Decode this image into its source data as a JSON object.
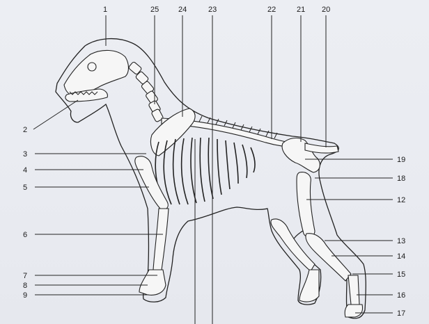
{
  "labels": [
    "1",
    "2",
    "3",
    "4",
    "5",
    "6",
    "7",
    "8",
    "9",
    "12",
    "13",
    "14",
    "15",
    "16",
    "17",
    "18",
    "19",
    "20",
    "21",
    "22",
    "23",
    "24",
    "25"
  ]
}
